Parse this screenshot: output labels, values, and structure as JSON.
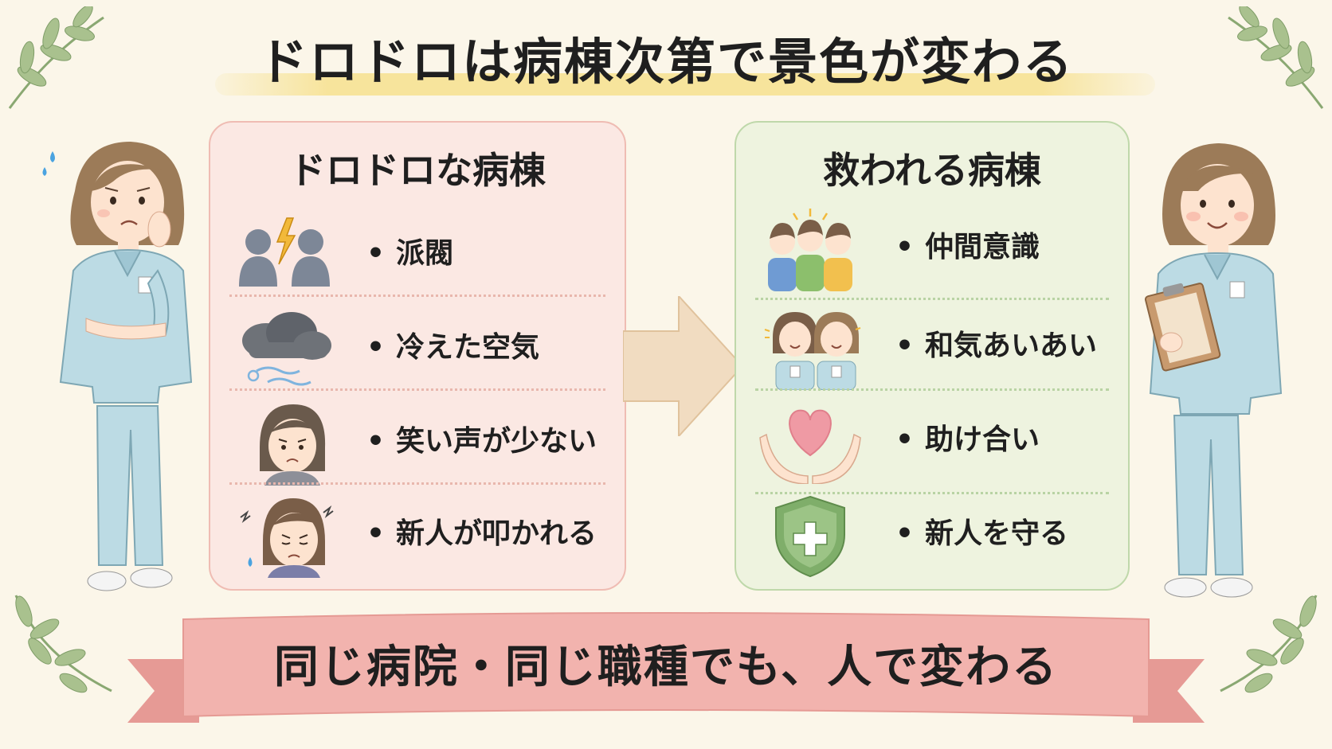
{
  "title": "ドロドロは病棟次第で景色が変わる",
  "bad_ward": {
    "title": "ドロドロな病棟",
    "items": [
      {
        "label": "派閥",
        "icon": "factions-lightning-icon"
      },
      {
        "label": "冷えた空気",
        "icon": "storm-cloud-icon"
      },
      {
        "label": "笑い声が少ない",
        "icon": "sad-face-icon"
      },
      {
        "label": "新人が叩かれる",
        "icon": "crying-newcomer-icon"
      }
    ]
  },
  "good_ward": {
    "title": "救われる病棟",
    "items": [
      {
        "label": "仲間意識",
        "icon": "team-hug-icon"
      },
      {
        "label": "和気あいあい",
        "icon": "friendly-chat-icon"
      },
      {
        "label": "助け合い",
        "icon": "heart-hands-icon"
      },
      {
        "label": "新人を守る",
        "icon": "shield-cross-icon"
      }
    ]
  },
  "bottom_message": "同じ病院・同じ職種でも、人で変わる",
  "colors": {
    "background": "#fbf6e9",
    "bad_panel": "#fbe8e3",
    "good_panel": "#eef3df",
    "banner": "#f2b3ae",
    "arrow": "#f1dcc1",
    "scrubs": "#bcdbe4"
  }
}
